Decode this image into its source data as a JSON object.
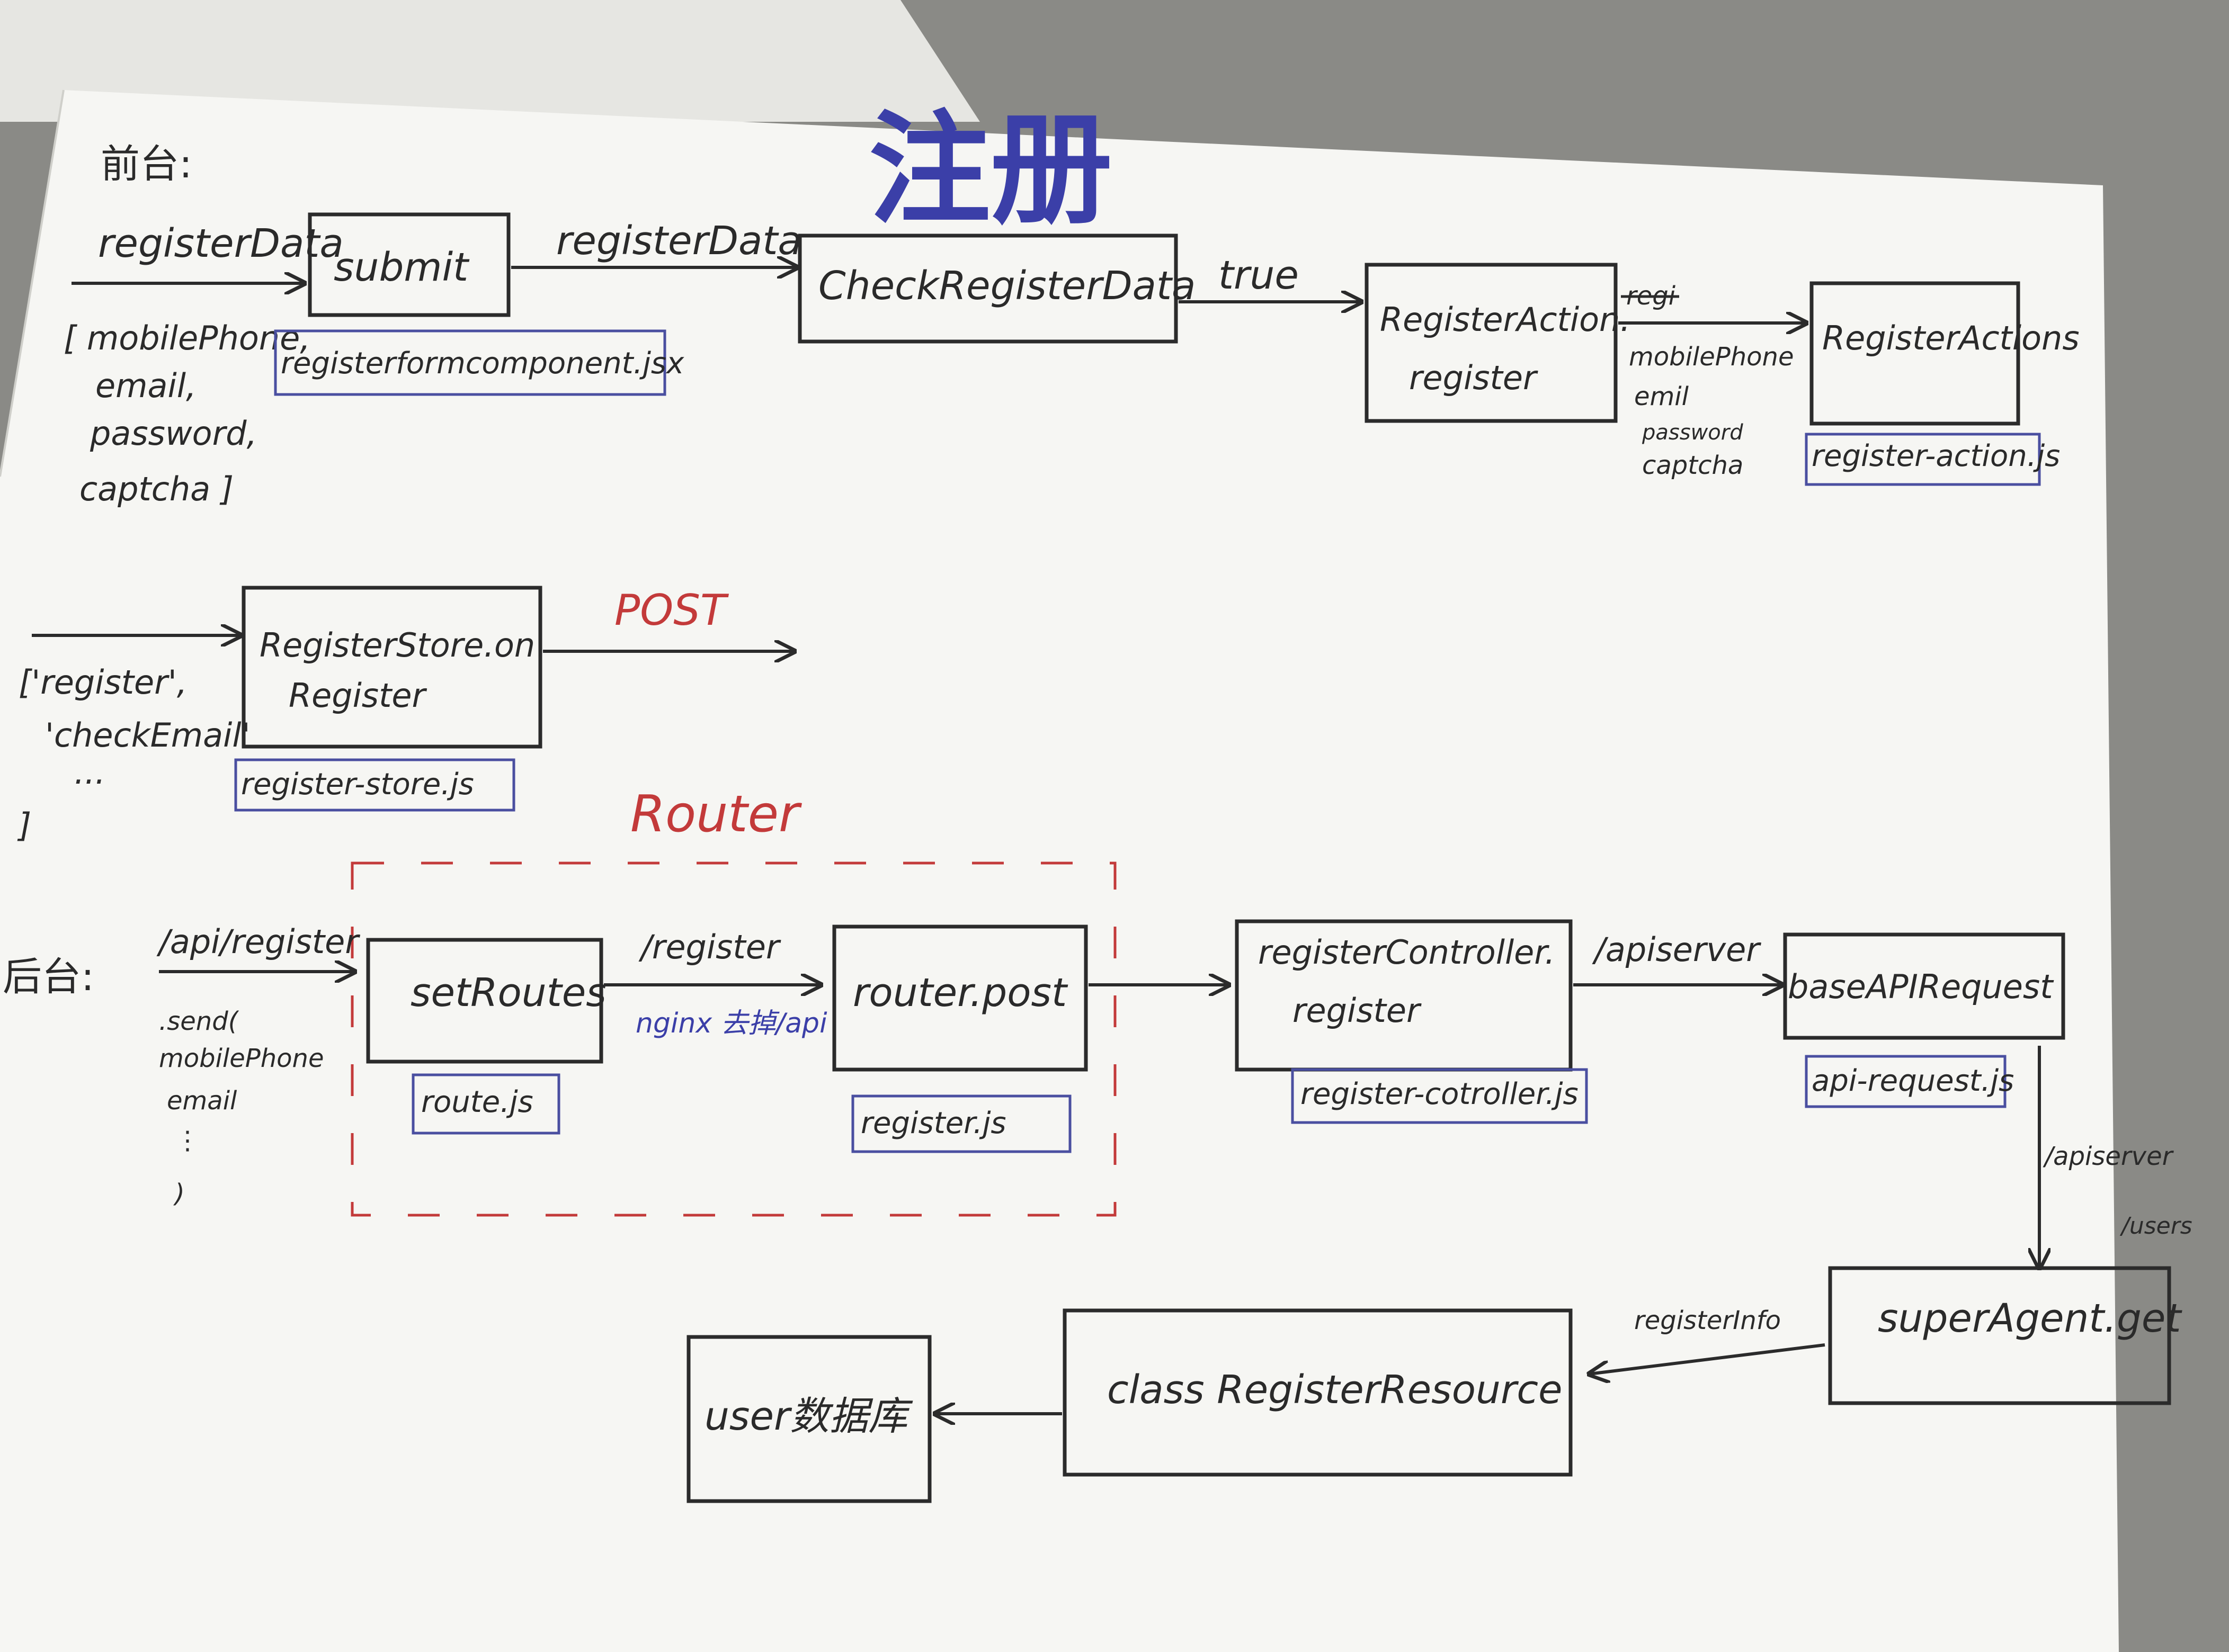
{
  "title": "注册",
  "frontend": {
    "section_label": "前台:",
    "input_label": "registerData",
    "input_fields": [
      "[ mobilePhone,",
      "email,",
      "password,",
      "captcha ]"
    ],
    "submit": {
      "label": "submit",
      "file": "registerformcomponent.jsx"
    },
    "edge_submit_check": "registerData",
    "check": {
      "label": "CheckRegisterData"
    },
    "edge_check_action": "true",
    "action": {
      "line1": "RegisterAction.",
      "line2": "register"
    },
    "edge_action_fields_struck": "regi",
    "edge_action_fields": [
      "mobilePhone",
      "emil",
      "password",
      "captcha"
    ],
    "actions": {
      "label": "RegisterActions",
      "file": "register-action.js"
    },
    "store_inputs": [
      "['register',",
      "'checkEmail'",
      "...",
      "]"
    ],
    "store": {
      "line1": "RegisterStore.on",
      "line2": "Register",
      "file": "register-store.js"
    },
    "edge_post": "POST"
  },
  "backend": {
    "section_label": "后台:",
    "router_label": "Router",
    "api_label": "/api/register",
    "send_fields": [
      ".send(",
      "mobilePhone",
      "email",
      "⋮",
      ")"
    ],
    "set_routes": {
      "label": "setRoutes",
      "file": "route.js"
    },
    "edge_register": "/register",
    "nginx_note": "nginx 去掉/api",
    "router_post": {
      "label": "router.post",
      "file": "register.js"
    },
    "controller": {
      "line1": "registerController.",
      "line2": "register",
      "file": "register-cotroller.js"
    },
    "edge_apiserver": "/apiserver",
    "base_api": {
      "label": "baseAPIRequest",
      "file": "api-request.js"
    },
    "edge_apiserver_users": [
      "/apiserver",
      "/users"
    ],
    "super_agent": {
      "label": "superAgent.get"
    },
    "edge_register_info": "registerInfo",
    "resource": {
      "label": "class RegisterResource"
    },
    "user_data": {
      "label": "user数据库"
    }
  },
  "colors": {
    "ink": "#2b2b2b",
    "red": "#c33a3a",
    "blue": "#3b3fa8",
    "paper": "#f4f4f1"
  }
}
